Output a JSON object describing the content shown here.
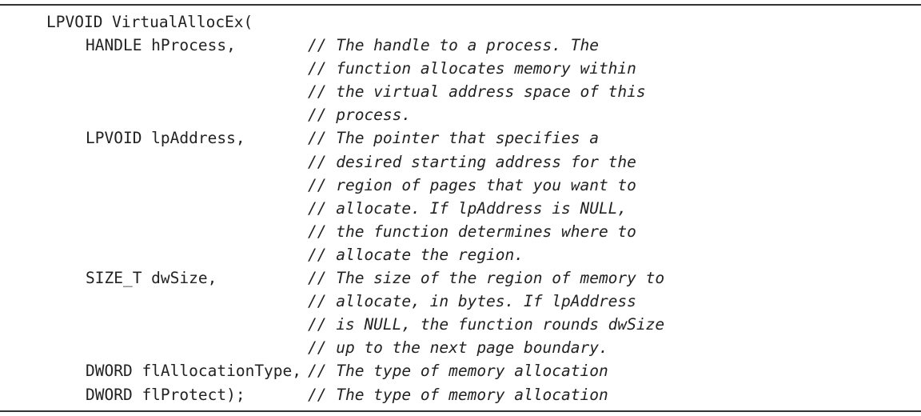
{
  "listing": {
    "lines": [
      {
        "code": "LPVOID VirtualAllocEx(",
        "comment": ""
      },
      {
        "code": "HANDLE hProcess,",
        "comment": "// The handle to a process. The"
      },
      {
        "code": "",
        "comment": "// function allocates memory within"
      },
      {
        "code": "",
        "comment": "// the virtual address space of this"
      },
      {
        "code": "",
        "comment": "// process."
      },
      {
        "code": "LPVOID lpAddress,",
        "comment": "// The pointer that specifies a"
      },
      {
        "code": "",
        "comment": "// desired starting address for the"
      },
      {
        "code": "",
        "comment": "// region of pages that you want to"
      },
      {
        "code": "",
        "comment": "// allocate. If lpAddress is NULL,"
      },
      {
        "code": "",
        "comment": "// the function determines where to"
      },
      {
        "code": "",
        "comment": "// allocate the region."
      },
      {
        "code": "SIZE_T dwSize,",
        "comment": "// The size of the region of memory to"
      },
      {
        "code": "",
        "comment": "// allocate, in bytes. If lpAddress"
      },
      {
        "code": "",
        "comment": "// is NULL, the function rounds dwSize"
      },
      {
        "code": "",
        "comment": "// up to the next page boundary."
      },
      {
        "code": "DWORD flAllocationType,",
        "comment": "// The type of memory allocation"
      },
      {
        "code": "DWORD flProtect);",
        "comment": "// The type of memory allocation"
      }
    ]
  }
}
